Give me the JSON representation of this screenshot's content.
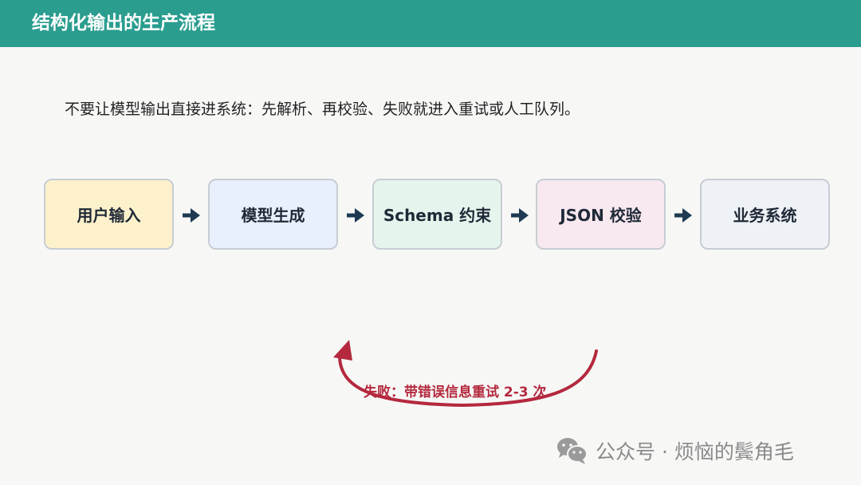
{
  "header": {
    "title": "结构化输出的生产流程",
    "bg_color": "#2a9d8f"
  },
  "subtitle": "不要让模型输出直接进系统：先解析、再校验、失败就进入重试或人工队列。",
  "flow": {
    "steps": [
      {
        "label": "用户输入",
        "color": "#fdf1cc"
      },
      {
        "label": "模型生成",
        "color": "#e8effd"
      },
      {
        "label": "Schema 约束",
        "color": "#e6f4ee"
      },
      {
        "label": "JSON 校验",
        "color": "#f8e8ef"
      },
      {
        "label": "业务系统",
        "color": "#eef1f5"
      }
    ],
    "arrow_color": "#1e3a52"
  },
  "retry": {
    "label": "失败：带错误信息重试 2-3 次",
    "color": "#b4293e"
  },
  "watermark": {
    "icon": "wechat-icon",
    "text": "公众号 · 烦恼的鬓角毛"
  }
}
